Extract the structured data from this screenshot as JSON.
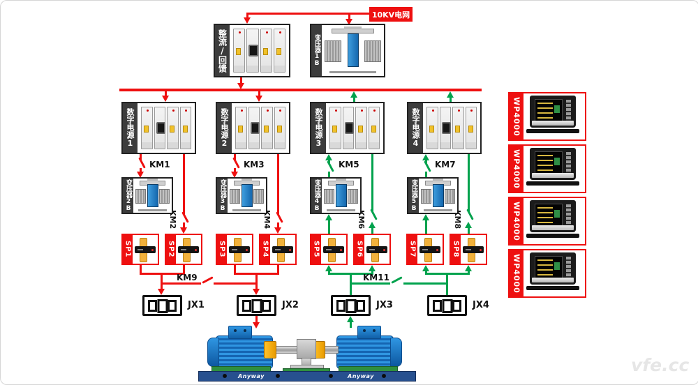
{
  "watermark": "vfe.cc",
  "colors": {
    "wire_red": "#ee1010",
    "wire_green": "#00a24d",
    "label_band_dark": "#3c3c3c",
    "accent_red": "#ee1010",
    "motor_blue": "#1a7fd1",
    "base_blue": "#27508f"
  },
  "grid": {
    "label": "10KV电网"
  },
  "rectifier": {
    "label": "整流/回馈"
  },
  "main_transformer": {
    "label": "变压器1B"
  },
  "cabinets": [
    {
      "label": "数字电源1"
    },
    {
      "label": "数字电源2"
    },
    {
      "label": "数字电源3"
    },
    {
      "label": "数字电源4"
    }
  ],
  "contactors": {
    "km1": "KM1",
    "km2": "KM2",
    "km3": "KM3",
    "km4": "KM4",
    "km5": "KM5",
    "km6": "KM6",
    "km7": "KM7",
    "km8": "KM8",
    "km9": "KM9",
    "km11": "KM11"
  },
  "transformers": [
    {
      "label": "变压器2B"
    },
    {
      "label": "变压器3B"
    },
    {
      "label": "变压器4B"
    },
    {
      "label": "变压器5B"
    }
  ],
  "sensors": [
    {
      "label": "SP1"
    },
    {
      "label": "SP2"
    },
    {
      "label": "SP3"
    },
    {
      "label": "SP4"
    },
    {
      "label": "SP5"
    },
    {
      "label": "SP6"
    },
    {
      "label": "SP7"
    },
    {
      "label": "SP8"
    }
  ],
  "junction_boxes": [
    {
      "label": "JX1"
    },
    {
      "label": "JX2"
    },
    {
      "label": "JX3"
    },
    {
      "label": "JX4"
    }
  ],
  "analyzers": [
    {
      "label": "WP4000"
    },
    {
      "label": "WP4000"
    },
    {
      "label": "WP4000"
    },
    {
      "label": "WP4000"
    }
  ],
  "motor_base": {
    "brand_left": "Anyway",
    "brand_right": "Anyway"
  }
}
